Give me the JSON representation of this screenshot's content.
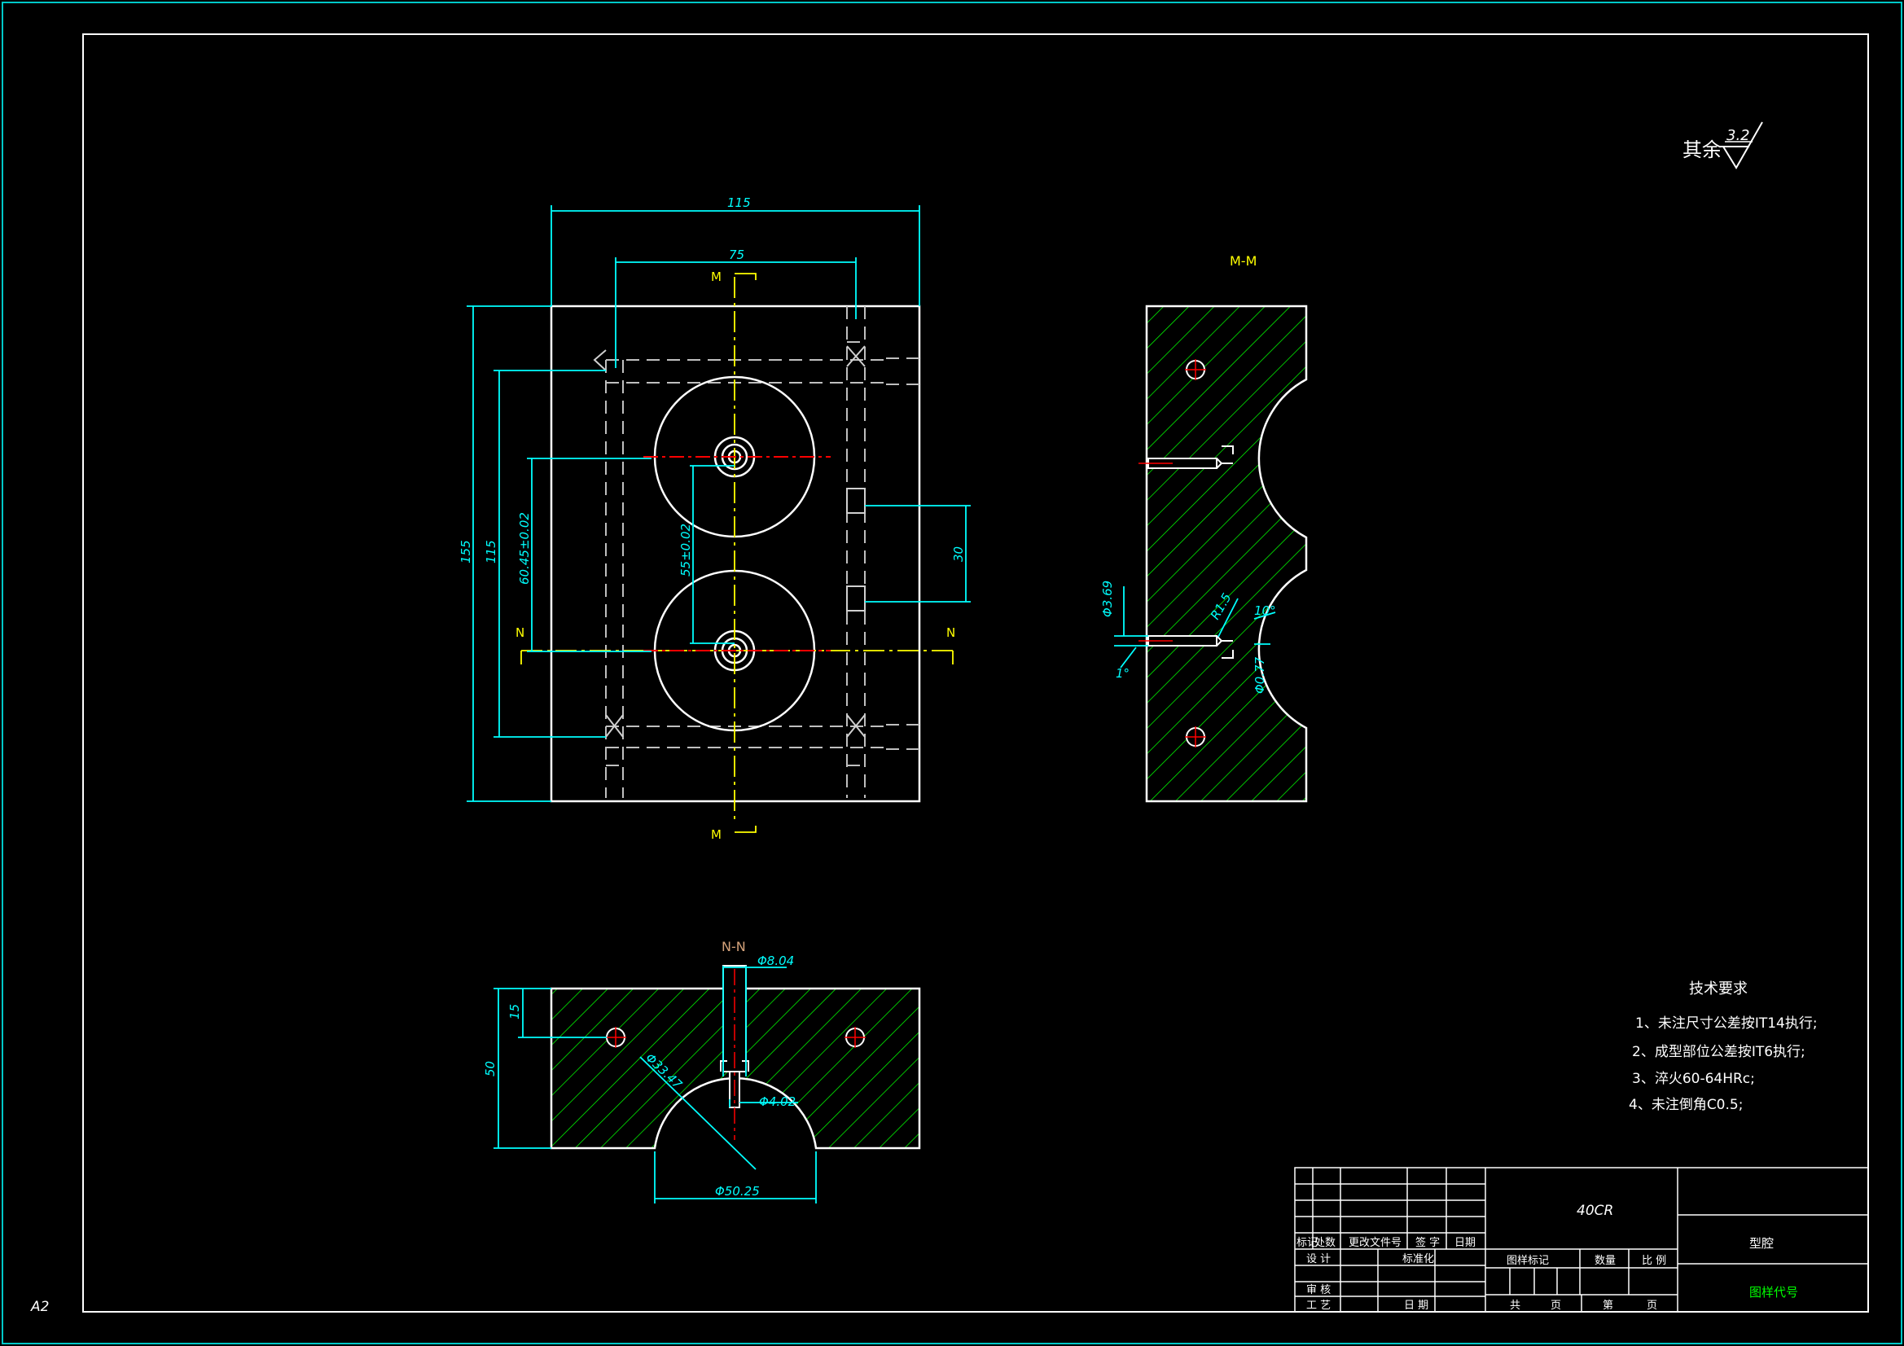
{
  "sheet": {
    "size_code": "A2"
  },
  "colors": {
    "dim": "#00ffff",
    "outline": "#ffffff",
    "center": "#ffff00",
    "hatch": "#00ff00",
    "hidden": "#cfcfcf",
    "red": "#ff0000"
  },
  "roughness": {
    "prefix": "其余",
    "value": "3.2"
  },
  "views": {
    "front": {
      "dims": {
        "width_total": "115",
        "width_holes": "75",
        "height_total": "155",
        "height_inner": "115",
        "pitch_a": "60.45±0.02",
        "pitch_b": "55±0.02",
        "spacing_right": "30"
      },
      "section_mark_m": "M",
      "section_mark_n": "N"
    },
    "section_mm": {
      "title": "M-M",
      "dims": {
        "d_small": "Φ3.69",
        "r": "R1.5",
        "angle_a": "10°",
        "angle_b": "1°",
        "d_tiny": "Φ0.77"
      }
    },
    "section_nn": {
      "title": "N-N",
      "dims": {
        "d_top": "Φ8.04",
        "d_mid": "Φ4.02",
        "r_cavity": "Φ33.47",
        "d_cavity": "Φ50.25",
        "h_total": "50",
        "h_hole": "15"
      }
    }
  },
  "tech": {
    "title": "技术要求",
    "items": [
      "1、未注尺寸公差按IT14执行;",
      "2、成型部位公差按IT6执行;",
      "3、淬火60-64HRc;",
      "4、未注倒角C0.5;"
    ]
  },
  "title_block": {
    "material": "40CR",
    "part_name": "型腔",
    "drawing_no": "图样代号",
    "labels": {
      "mark": "标记",
      "qty_mod": "处数",
      "change_doc": "更改文件号",
      "sign": "签 字",
      "date1": "日期",
      "design": "设 计",
      "standard": "标准化",
      "stage_mark": "图样标记",
      "weight": "数量",
      "scale": "比 例",
      "check": "审 核",
      "process": "工 艺",
      "date2": "日 期",
      "total": "共",
      "page": "页",
      "num": "第",
      "page2": "页"
    }
  }
}
